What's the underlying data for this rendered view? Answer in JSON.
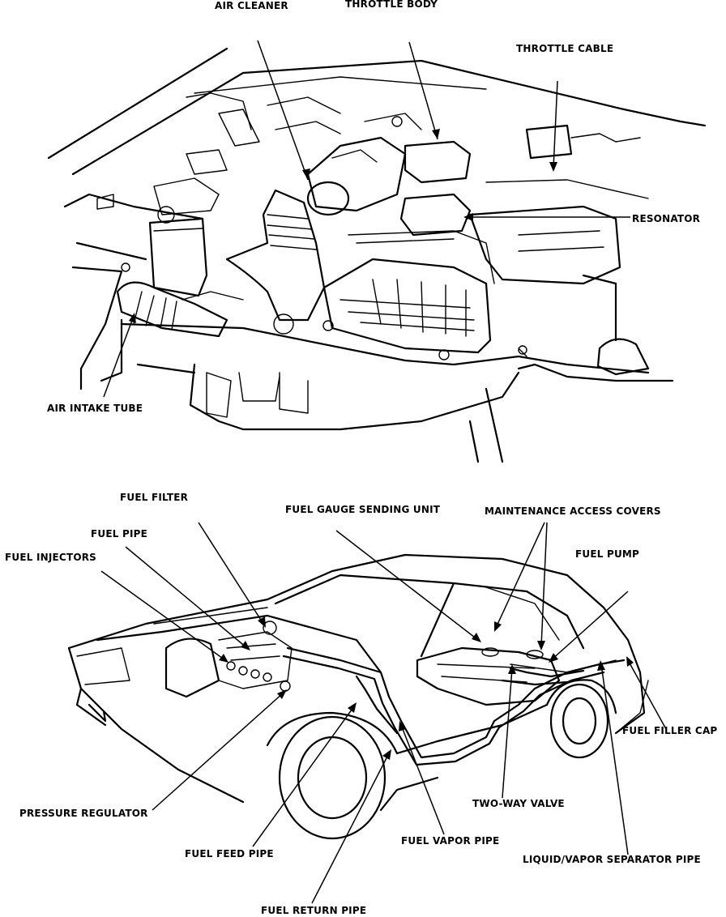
{
  "top_diagram": {
    "labels": {
      "air_cleaner": "AIR CLEANER",
      "throttle_body": "THROTTLE BODY",
      "throttle_cable": "THROTTLE CABLE",
      "resonator": "RESONATOR",
      "air_intake_tube": "AIR INTAKE TUBE"
    }
  },
  "bottom_diagram": {
    "labels": {
      "fuel_filter": "FUEL FILTER",
      "fuel_pipe": "FUEL PIPE",
      "fuel_injectors": "FUEL INJECTORS",
      "fuel_gauge_sending_unit": "FUEL GAUGE SENDING UNIT",
      "maintenance_access_covers": "MAINTENANCE ACCESS COVERS",
      "fuel_pump": "FUEL PUMP",
      "fuel_filler_cap": "FUEL FILLER CAP",
      "two_way_valve": "TWO-WAY VALVE",
      "pressure_regulator": "PRESSURE REGULATOR",
      "fuel_vapor_pipe": "FUEL VAPOR PIPE",
      "fuel_feed_pipe": "FUEL FEED PIPE",
      "liquid_vapor_separator_pipe": "LIQUID/VAPOR SEPARATOR PIPE",
      "fuel_return_pipe": "FUEL RETURN PIPE"
    }
  }
}
